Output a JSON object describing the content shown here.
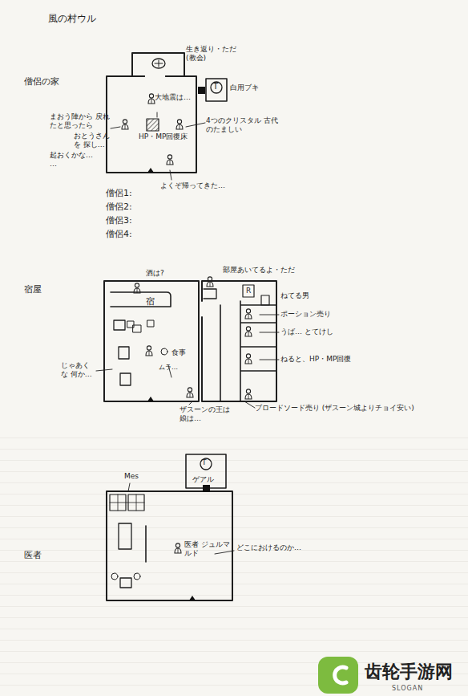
{
  "diagram": {
    "title": "風の村ウル",
    "nodes": [
      {
        "text": [
          "大地震は…",
          "HP・MP回復床"
        ]
      },
      {
        "text": [
          "T"
        ]
      },
      {
        "text": [
          "宿",
          "食事",
          "ムラ…"
        ]
      },
      {
        "text": [
          "R"
        ]
      },
      {
        "text": [
          "T",
          "ゲアル"
        ]
      },
      {
        "text": [
          "医者 ジュルマルド"
        ]
      }
    ],
    "labels": [
      "生き返り・ただ (教会)",
      "白用ブキ",
      "僧侶の家",
      "4つのクリスタル 古代のたましい",
      "まおう陣から 戻れたと思ったら",
      "おとうさん を 探し…",
      "起おくかな… …",
      "よくぞ帰ってきた…",
      "僧侶1:",
      "僧侶2:",
      "僧侶3:",
      "僧侶4:",
      "宿屋",
      "酒は?",
      "じゃあくな 何か…",
      "ザスーンの王は 娘は…",
      "部屋あいてるよ・ただ",
      "ねてる男",
      "ポーション売り",
      "うば… とてけし",
      "ねると、HP・MP回復",
      "ブロードソード売り (ザスーン城よりチョイ安い)",
      "Mes",
      "医者",
      "どこにおけるのか…",
      "齿轮手游网",
      "SLOGAN"
    ]
  }
}
